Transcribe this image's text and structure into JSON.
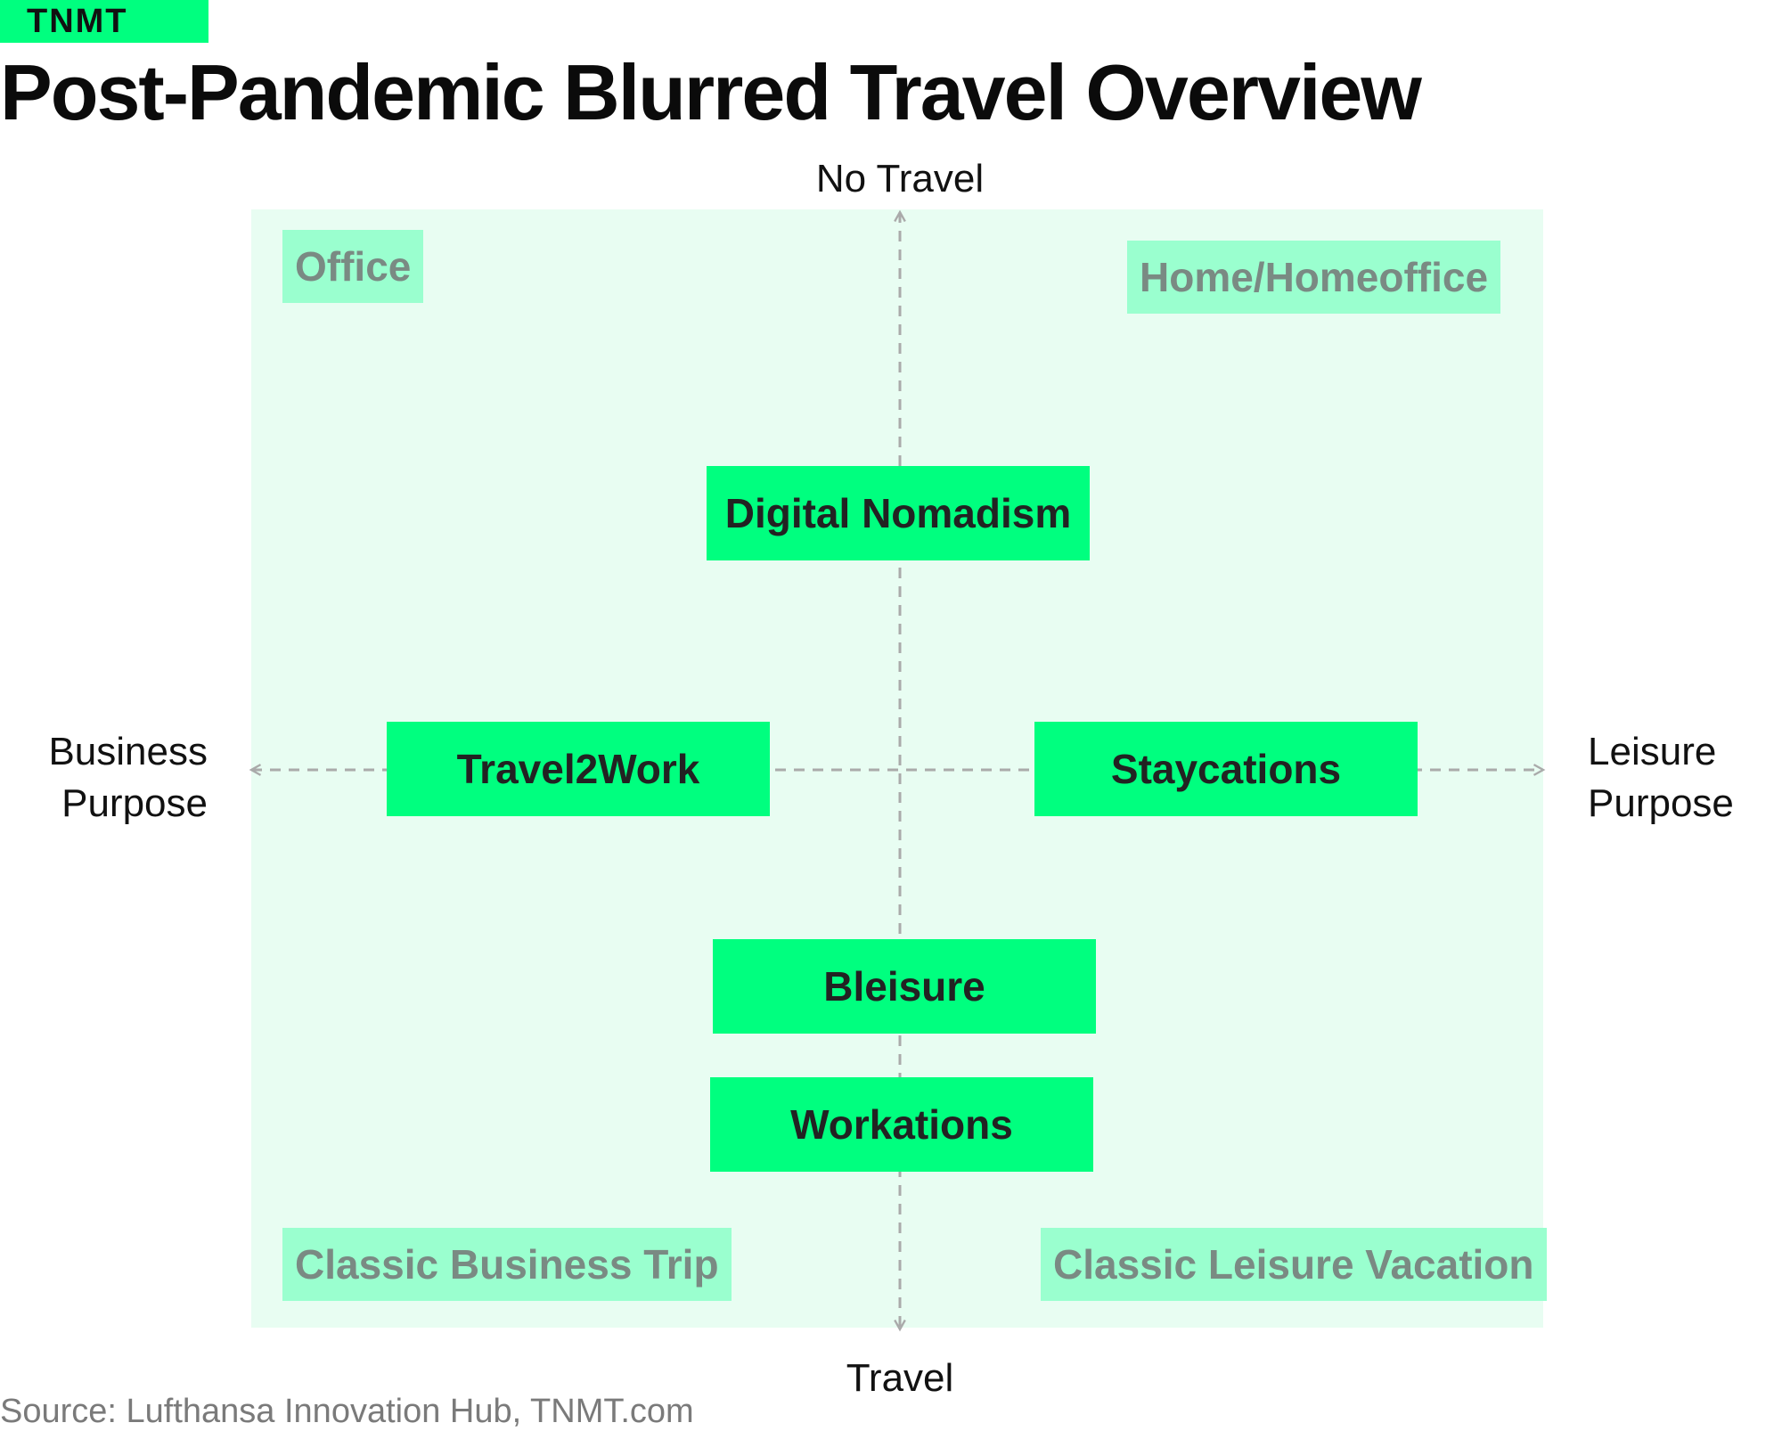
{
  "brand": {
    "label": "TNMT"
  },
  "title": "Post-Pandemic Blurred Travel Overview",
  "axes": {
    "top": "No Travel",
    "bottom": "Travel",
    "left": [
      "Business",
      "Purpose"
    ],
    "right": [
      "Leisure",
      "Purpose"
    ]
  },
  "corners": {
    "office": "Office",
    "home": "Home/Homeoffice",
    "classic_business": "Classic Business Trip",
    "classic_leisure": "Classic Leisure Vacation"
  },
  "concepts": {
    "digital_nomadism": "Digital Nomadism",
    "travel2work": "Travel2Work",
    "staycations": "Staycations",
    "bleisure": "Bleisure",
    "workations": "Workations"
  },
  "source": "Source: Lufthansa Innovation Hub, TNMT.com",
  "colors": {
    "accent": "#00ff7f",
    "panel": "#e8fdf2",
    "corner_fill": "#9affcf",
    "corner_text": "#7a8a83",
    "axis_line": "#aaaaaa"
  }
}
